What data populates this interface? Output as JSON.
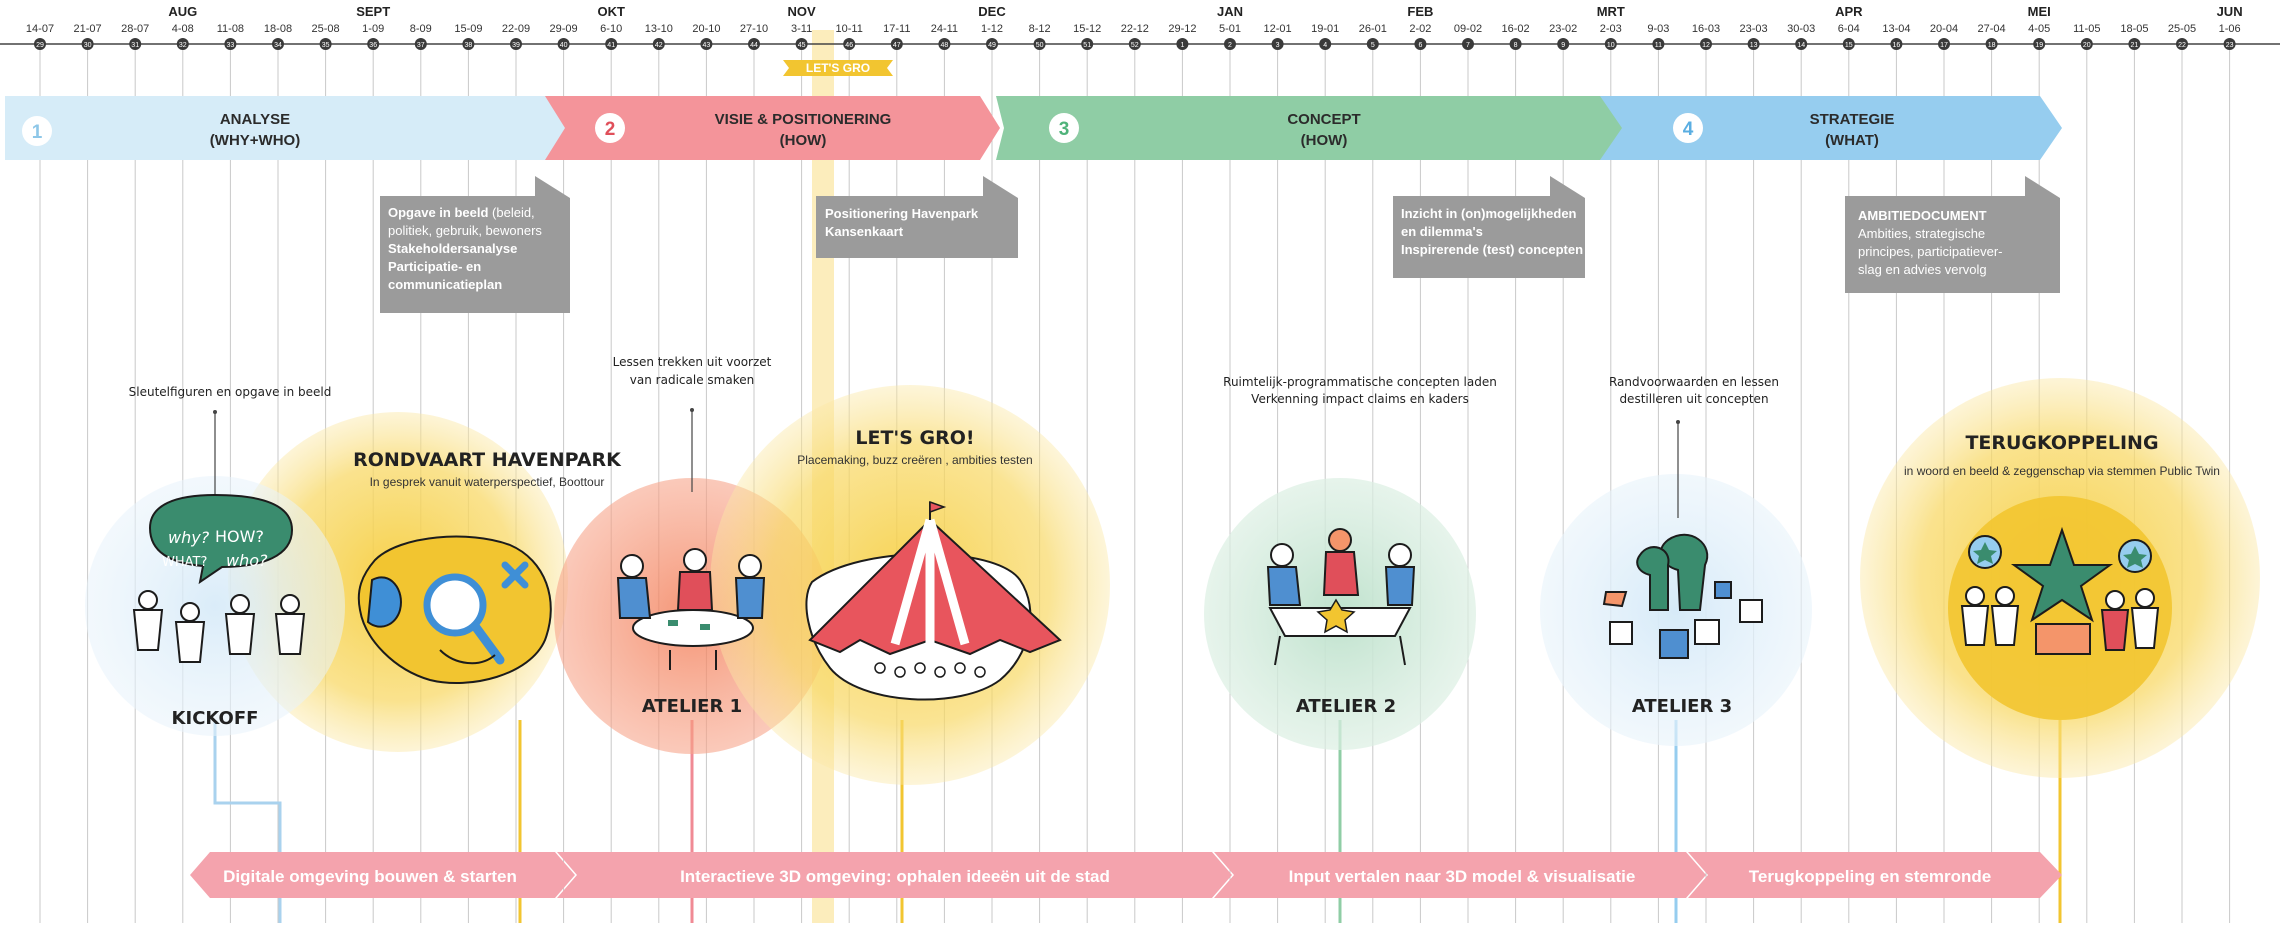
{
  "timeline": {
    "months": [
      {
        "label": "AUG",
        "week": 4
      },
      {
        "label": "SEPT",
        "week": 8
      },
      {
        "label": "OKT",
        "week": 13
      },
      {
        "label": "NOV",
        "week": 17
      },
      {
        "label": "DEC",
        "week": 21
      },
      {
        "label": "JAN",
        "week": 26
      },
      {
        "label": "FEB",
        "week": 30
      },
      {
        "label": "MRT",
        "week": 34
      },
      {
        "label": "APR",
        "week": 39
      },
      {
        "label": "MEI",
        "week": 43
      },
      {
        "label": "JUN",
        "week": 47
      }
    ],
    "weeks": [
      "14-07",
      "21-07",
      "28-07",
      "4-08",
      "11-08",
      "18-08",
      "25-08",
      "1-09",
      "8-09",
      "15-09",
      "22-09",
      "29-09",
      "6-10",
      "13-10",
      "20-10",
      "27-10",
      "3-11",
      "10-11",
      "17-11",
      "24-11",
      "1-12",
      "8-12",
      "15-12",
      "22-12",
      "29-12",
      "5-01",
      "12-01",
      "19-01",
      "26-01",
      "2-02",
      "09-02",
      "16-02",
      "23-02",
      "2-03",
      "9-03",
      "16-03",
      "23-03",
      "30-03",
      "6-04",
      "13-04",
      "20-04",
      "27-04",
      "4-05",
      "11-05",
      "18-05",
      "25-05",
      "1-06"
    ],
    "week_numbers": [
      "29",
      "30",
      "31",
      "32",
      "33",
      "34",
      "35",
      "36",
      "37",
      "38",
      "39",
      "40",
      "41",
      "42",
      "43",
      "44",
      "45",
      "46",
      "47",
      "48",
      "49",
      "50",
      "51",
      "52",
      "1",
      "2",
      "3",
      "4",
      "5",
      "6",
      "7",
      "8",
      "9",
      "10",
      "11",
      "12",
      "13",
      "14",
      "15",
      "16",
      "17",
      "18",
      "19",
      "20",
      "21",
      "22",
      "23"
    ],
    "highlight_label": "LET'S GRO"
  },
  "phases": [
    {
      "number": "1",
      "title": "ANALYSE",
      "subtitle": "(WHY+WHO)",
      "color": "#d6ecf8",
      "number_color": "#8ec7e8"
    },
    {
      "number": "2",
      "title": "VISIE & POSITIONERING",
      "subtitle": "(HOW)",
      "color": "#f4949a",
      "number_color": "#e04f5a"
    },
    {
      "number": "3",
      "title": "CONCEPT",
      "subtitle": "(HOW)",
      "color": "#8fcda5",
      "number_color": "#4fb37a"
    },
    {
      "number": "4",
      "title": "STRATEGIE",
      "subtitle": "(WHAT)",
      "color": "#96cdef",
      "number_color": "#5aaee2"
    }
  ],
  "deliverables": [
    {
      "lines": [
        [
          "Opgave in beeld",
          " (beleid,"
        ],
        [
          "",
          "politiek, gebruik, bewoners"
        ],
        [
          "Stakeholdersanalyse",
          ""
        ],
        [
          "Participatie- en",
          ""
        ],
        [
          "communicatieplan",
          ""
        ]
      ]
    },
    {
      "lines": [
        [
          "Positionering Havenpark",
          ""
        ],
        [
          "Kansenkaart",
          ""
        ]
      ]
    },
    {
      "lines": [
        [
          "Inzicht in (on)mogelijkheden",
          ""
        ],
        [
          "en dilemma's",
          ""
        ],
        [
          "Inspirerende (test) concepten",
          ""
        ]
      ]
    },
    {
      "lines": [
        [
          "AMBITIEDOCUMENT",
          ""
        ],
        [
          "",
          "Ambities, strategische"
        ],
        [
          "",
          "principes, participatiever-"
        ],
        [
          "",
          "slag en advies vervolg"
        ]
      ]
    }
  ],
  "events": [
    {
      "name": "KICKOFF",
      "note_lines": [
        "Sleutelfiguren en opgave in beeld"
      ],
      "subtitle": ""
    },
    {
      "name": "RONDVAART HAVENPARK",
      "note_lines": [],
      "subtitle": "In gesprek vanuit waterperspectief, Boottour"
    },
    {
      "name": "ATELIER 1",
      "note_lines": [
        "Lessen trekken uit voorzet",
        "van radicale smaken"
      ],
      "subtitle": ""
    },
    {
      "name": "LET'S GRO!",
      "note_lines": [],
      "subtitle": "Placemaking, buzz creëren , ambities testen"
    },
    {
      "name": "ATELIER 2",
      "note_lines": [
        "Ruimtelijk-programmatische concepten laden",
        "Verkenning impact claims en kaders"
      ],
      "subtitle": ""
    },
    {
      "name": "ATELIER 3",
      "note_lines": [
        "Randvoorwaarden en lessen",
        "destilleren uit concepten"
      ],
      "subtitle": ""
    },
    {
      "name": "TERUGKOPPELING",
      "note_lines": [],
      "subtitle": "in woord en beeld & zeggenschap via stemmen Public Twin"
    }
  ],
  "sketch_words": [
    "why?",
    "HOW?",
    "WHAT?",
    "who?"
  ],
  "bottom_bar": [
    "Digitale omgeving bouwen & starten",
    "Interactieve 3D omgeving: ophalen ideeën uit de stad",
    "Input vertalen naar 3D model & visualisatie",
    "Terugkoppeling en stemronde"
  ],
  "colors": {
    "grid": "#c9c9c9",
    "grey_box": "#9b9b9b",
    "yellow": "#f2c530",
    "yellow_light": "#fbe6a0",
    "pink_bar": "#f4a3ad",
    "blue_light": "#dcedf9",
    "green_light": "#cfe9d9",
    "orange": "#f4956a",
    "red_tent": "#e8555d"
  }
}
